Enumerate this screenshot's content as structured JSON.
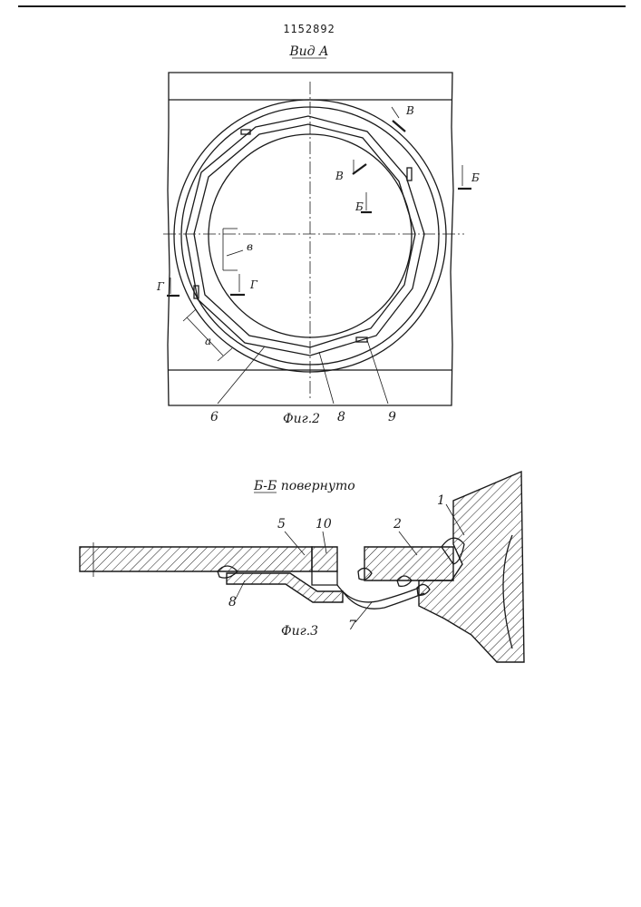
{
  "header": {
    "patent_number": "1152892",
    "view_title": "Вид А"
  },
  "figure2": {
    "caption": "Фиг.2",
    "section_marks": {
      "b_right": "Б",
      "b_inner": "Б",
      "v_top": "В",
      "v_inner": "В",
      "g_left": "Г",
      "g_inner": "Г"
    },
    "dimensions": {
      "a": "а",
      "v": "в"
    },
    "callouts": [
      "6",
      "8",
      "9"
    ]
  },
  "figure3": {
    "section_title": "Б-Б повернуто",
    "caption": "Фиг.3",
    "callouts": [
      "1",
      "2",
      "5",
      "10",
      "8",
      "7"
    ]
  }
}
